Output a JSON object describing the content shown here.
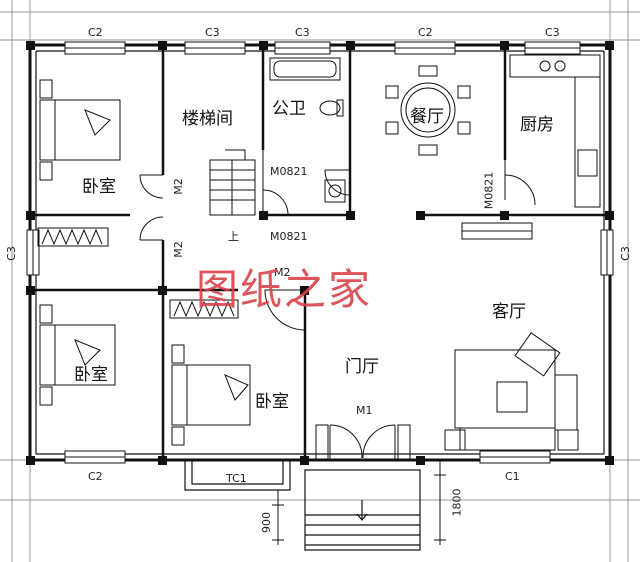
{
  "rooms": {
    "bedroom_top_left": "卧室",
    "stairwell": "楼梯间",
    "bathroom": "公卫",
    "dining": "餐厅",
    "kitchen": "厨房",
    "bedroom_left": "卧室",
    "bedroom_center": "卧室",
    "foyer": "门厅",
    "living": "客厅"
  },
  "windows": {
    "top": [
      "C2",
      "C3",
      "C3",
      "C2",
      "C3"
    ],
    "bottom_left": "C2",
    "bottom_tc": "TC1",
    "bottom_right": "C1",
    "left": "C3",
    "right": "C3"
  },
  "doors": {
    "m2_left_upper": "M2",
    "m2_left_lower": "M2",
    "m2_center": "M2",
    "m0821_bath": "M0821",
    "m0821_stair": "M0821",
    "m0821_kitchen": "M0821",
    "m1_entry": "M1"
  },
  "dimensions": {
    "d900": "900",
    "d1800": "1800"
  },
  "stair_mark": "上",
  "watermark": "图纸之家"
}
